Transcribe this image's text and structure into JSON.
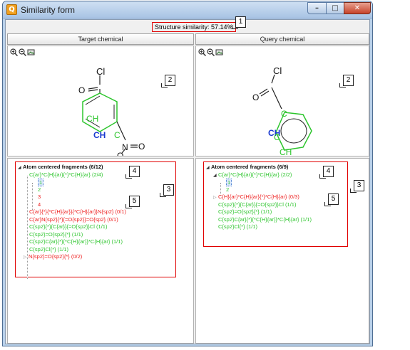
{
  "window": {
    "title": "Similarity form",
    "min_glyph": "–",
    "max_glyph": "□",
    "close_glyph": "✕",
    "app_glyph": "Q"
  },
  "similarity": {
    "text": "Structure similarity: 57.14%"
  },
  "columns": {
    "left": "Target chemical",
    "right": "Query chemical"
  },
  "callouts": {
    "c1": "1",
    "c2": "2",
    "c3": "3",
    "c4": "4",
    "c5": "5"
  },
  "molecule_target": {
    "atoms": {
      "cl": "Cl",
      "o1": "O",
      "ch1": "CH",
      "ch2": "CH",
      "c3": "C",
      "n": "N",
      "o2": "O",
      "o3": "O"
    }
  },
  "molecule_query": {
    "atoms": {
      "cl": "Cl",
      "o1": "O",
      "c1": "C",
      "ch1": "CH",
      "c2": "C",
      "ch2": "CH"
    }
  },
  "target_tree": {
    "header": "Atom centered fragments (6/12)",
    "rows": [
      {
        "text": "C{ar}*C{H}{ar}{*}*C{H}{ar} (2/4)",
        "color": "g"
      },
      {
        "text": "1",
        "color": "g"
      },
      {
        "text": "2",
        "color": "g"
      },
      {
        "text": "3",
        "color": "r"
      },
      {
        "text": "4",
        "color": "r"
      },
      {
        "text": "C{ar}{*}{*C{H}{ar}}{*C{H}{ar}}N{sp2} (0/1)",
        "color": "r"
      },
      {
        "text": "C{ar}N{sp2}{*}{=O{sp2}}=O{sp2} (0/1)",
        "color": "r"
      },
      {
        "text": "C{sp2}{*}{C{ar}}{=O{sp2}}Cl (1/1)",
        "color": "g"
      },
      {
        "text": "C{sp2}=O{sp2}{*} (1/1)",
        "color": "g"
      },
      {
        "text": "C{sp2}C{ar}{*}{*C{H}{ar}}*C{H}{ar} (1/1)",
        "color": "g"
      },
      {
        "text": "C{sp2}Cl{*} (1/1)",
        "color": "g"
      },
      {
        "text": "N{sp2}=O{sp2}{*} (0/2)",
        "color": "r"
      }
    ]
  },
  "query_tree": {
    "header": "Atom centered fragments (6/9)",
    "rows": [
      {
        "text": "C{ar}*C{H}{ar}{*}*C{H}{ar} (2/2)",
        "color": "g"
      },
      {
        "text": "1",
        "color": "g"
      },
      {
        "text": "2",
        "color": "g"
      },
      {
        "text": "C{H}{ar}*C{H}{ar}{*}*C{H}{ar} (0/3)",
        "color": "r"
      },
      {
        "text": "C{sp2}{*}{C{ar}}{=O{sp2}}Cl (1/1)",
        "color": "g"
      },
      {
        "text": "C{sp2}=O{sp2}{*} (1/1)",
        "color": "g"
      },
      {
        "text": "C{sp2}C{ar}{*}{*C{H}{ar}}*C{H}{ar} (1/1)",
        "color": "g"
      },
      {
        "text": "C{sp2}Cl{*} (1/1)",
        "color": "g"
      }
    ]
  },
  "icons": [
    "zoom-in-icon",
    "zoom-out-icon",
    "fit-image-icon"
  ]
}
